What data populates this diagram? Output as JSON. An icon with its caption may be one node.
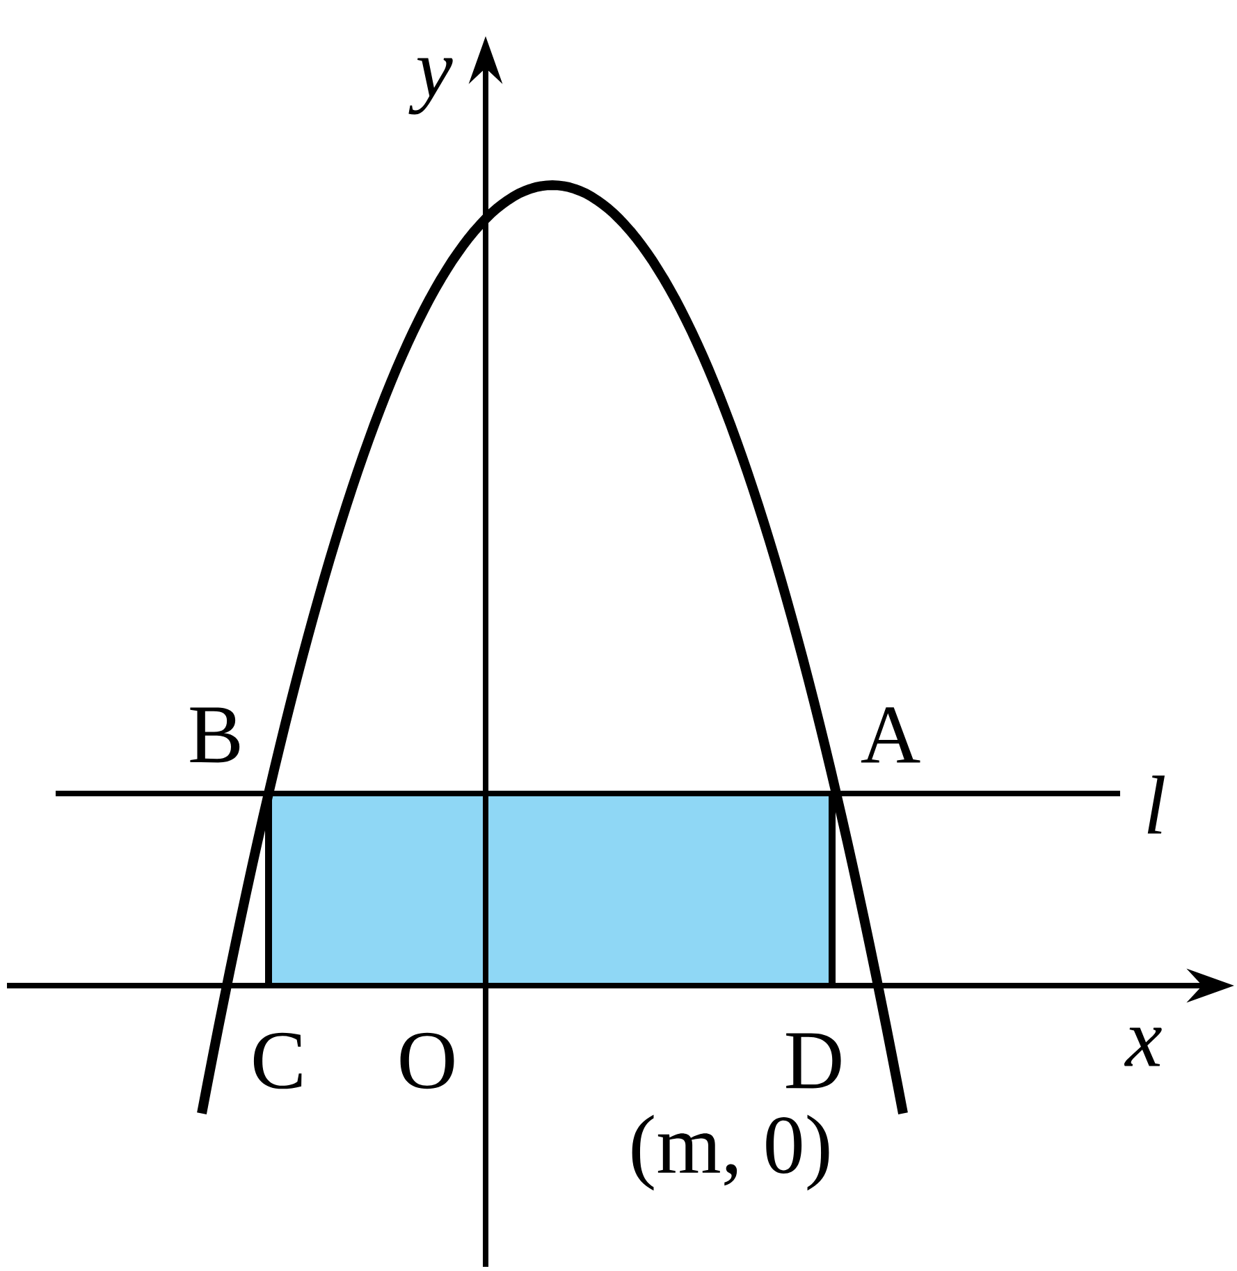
{
  "diagram": {
    "labels": [
      "y",
      "B",
      "A",
      "l",
      "C",
      "O",
      "D",
      "x",
      "(m, 0)"
    ]
  }
}
